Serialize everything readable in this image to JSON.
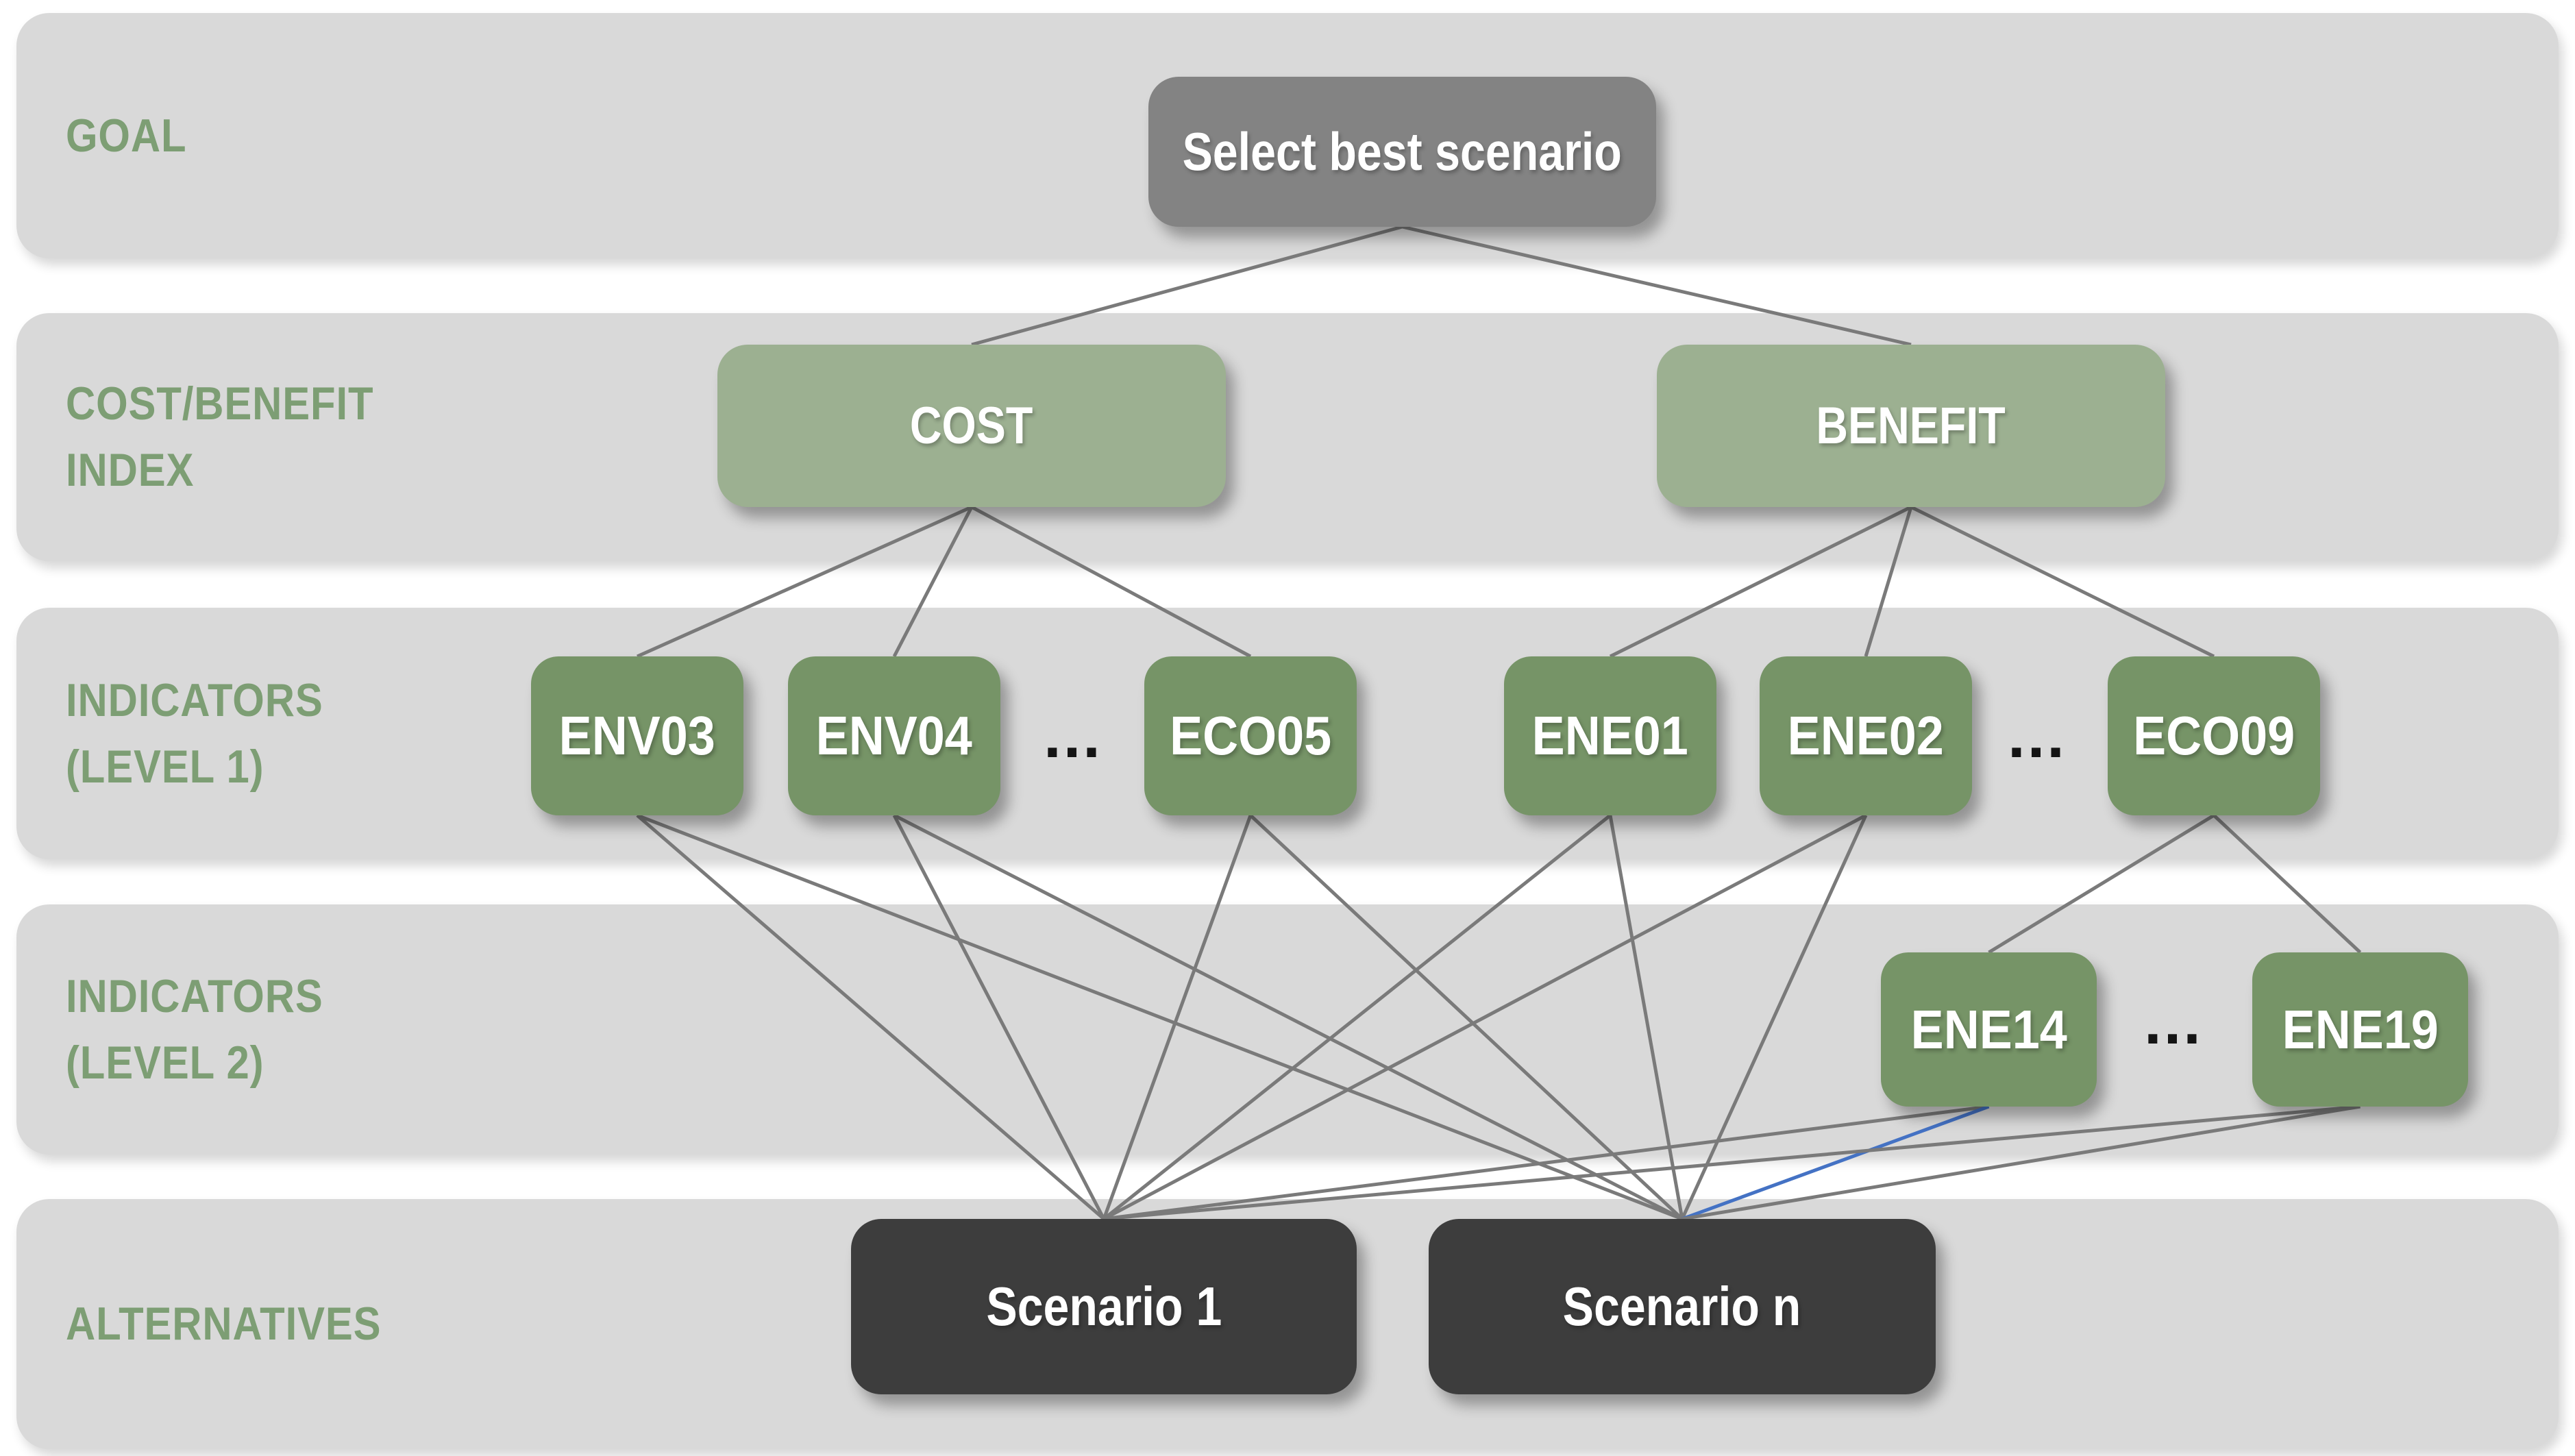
{
  "diagram": {
    "type": "hierarchy",
    "rows": [
      {
        "label": "GOAL"
      },
      {
        "label": "COST/BENEFIT\nINDEX"
      },
      {
        "label": "INDICATORS\n(LEVEL 1)"
      },
      {
        "label": "INDICATORS\n(LEVEL 2)"
      },
      {
        "label": "ALTERNATIVES"
      }
    ],
    "nodes": {
      "goal": {
        "label": "Select best scenario"
      },
      "cost": {
        "label": "COST"
      },
      "benefit": {
        "label": "BENEFIT"
      },
      "env03": {
        "label": "ENV03"
      },
      "env04": {
        "label": "ENV04"
      },
      "eco05": {
        "label": "ECO05"
      },
      "ene01": {
        "label": "ENE01"
      },
      "ene02": {
        "label": "ENE02"
      },
      "eco09": {
        "label": "ECO09"
      },
      "ene14": {
        "label": "ENE14"
      },
      "ene19": {
        "label": "ENE19"
      },
      "scenario1": {
        "label": "Scenario 1"
      },
      "scenarioN": {
        "label": "Scenario n"
      }
    },
    "ellipsis": {
      "level1_left": "...",
      "level1_right": "...",
      "level2": "..."
    },
    "connections": [
      {
        "from": "goal",
        "to": "cost"
      },
      {
        "from": "goal",
        "to": "benefit"
      },
      {
        "from": "cost",
        "to": "env03"
      },
      {
        "from": "cost",
        "to": "env04"
      },
      {
        "from": "cost",
        "to": "eco05"
      },
      {
        "from": "benefit",
        "to": "ene01"
      },
      {
        "from": "benefit",
        "to": "ene02"
      },
      {
        "from": "benefit",
        "to": "eco09"
      },
      {
        "from": "eco09",
        "to": "ene14"
      },
      {
        "from": "eco09",
        "to": "ene19"
      },
      {
        "from": "env03",
        "to": "scenario1"
      },
      {
        "from": "env03",
        "to": "scenarioN"
      },
      {
        "from": "env04",
        "to": "scenario1"
      },
      {
        "from": "env04",
        "to": "scenarioN"
      },
      {
        "from": "eco05",
        "to": "scenario1"
      },
      {
        "from": "eco05",
        "to": "scenarioN"
      },
      {
        "from": "ene01",
        "to": "scenario1"
      },
      {
        "from": "ene01",
        "to": "scenarioN"
      },
      {
        "from": "ene02",
        "to": "scenario1"
      },
      {
        "from": "ene02",
        "to": "scenarioN"
      },
      {
        "from": "ene14",
        "to": "scenario1"
      },
      {
        "from": "ene14",
        "to": "scenarioN",
        "accent": true
      },
      {
        "from": "ene19",
        "to": "scenario1"
      },
      {
        "from": "ene19",
        "to": "scenarioN"
      }
    ],
    "colors": {
      "band": "#d9d9d9",
      "row_label": "#7d9e74",
      "goal_box": "#838383",
      "cost_benefit_box": "#9cb091",
      "indicator_box": "#769467",
      "alternative_box": "#3d3d3d",
      "box_text": "#ffffff",
      "ellipsis_text": "#141414",
      "line": "#7a7a7a",
      "accent_line": "#4472c4"
    }
  }
}
